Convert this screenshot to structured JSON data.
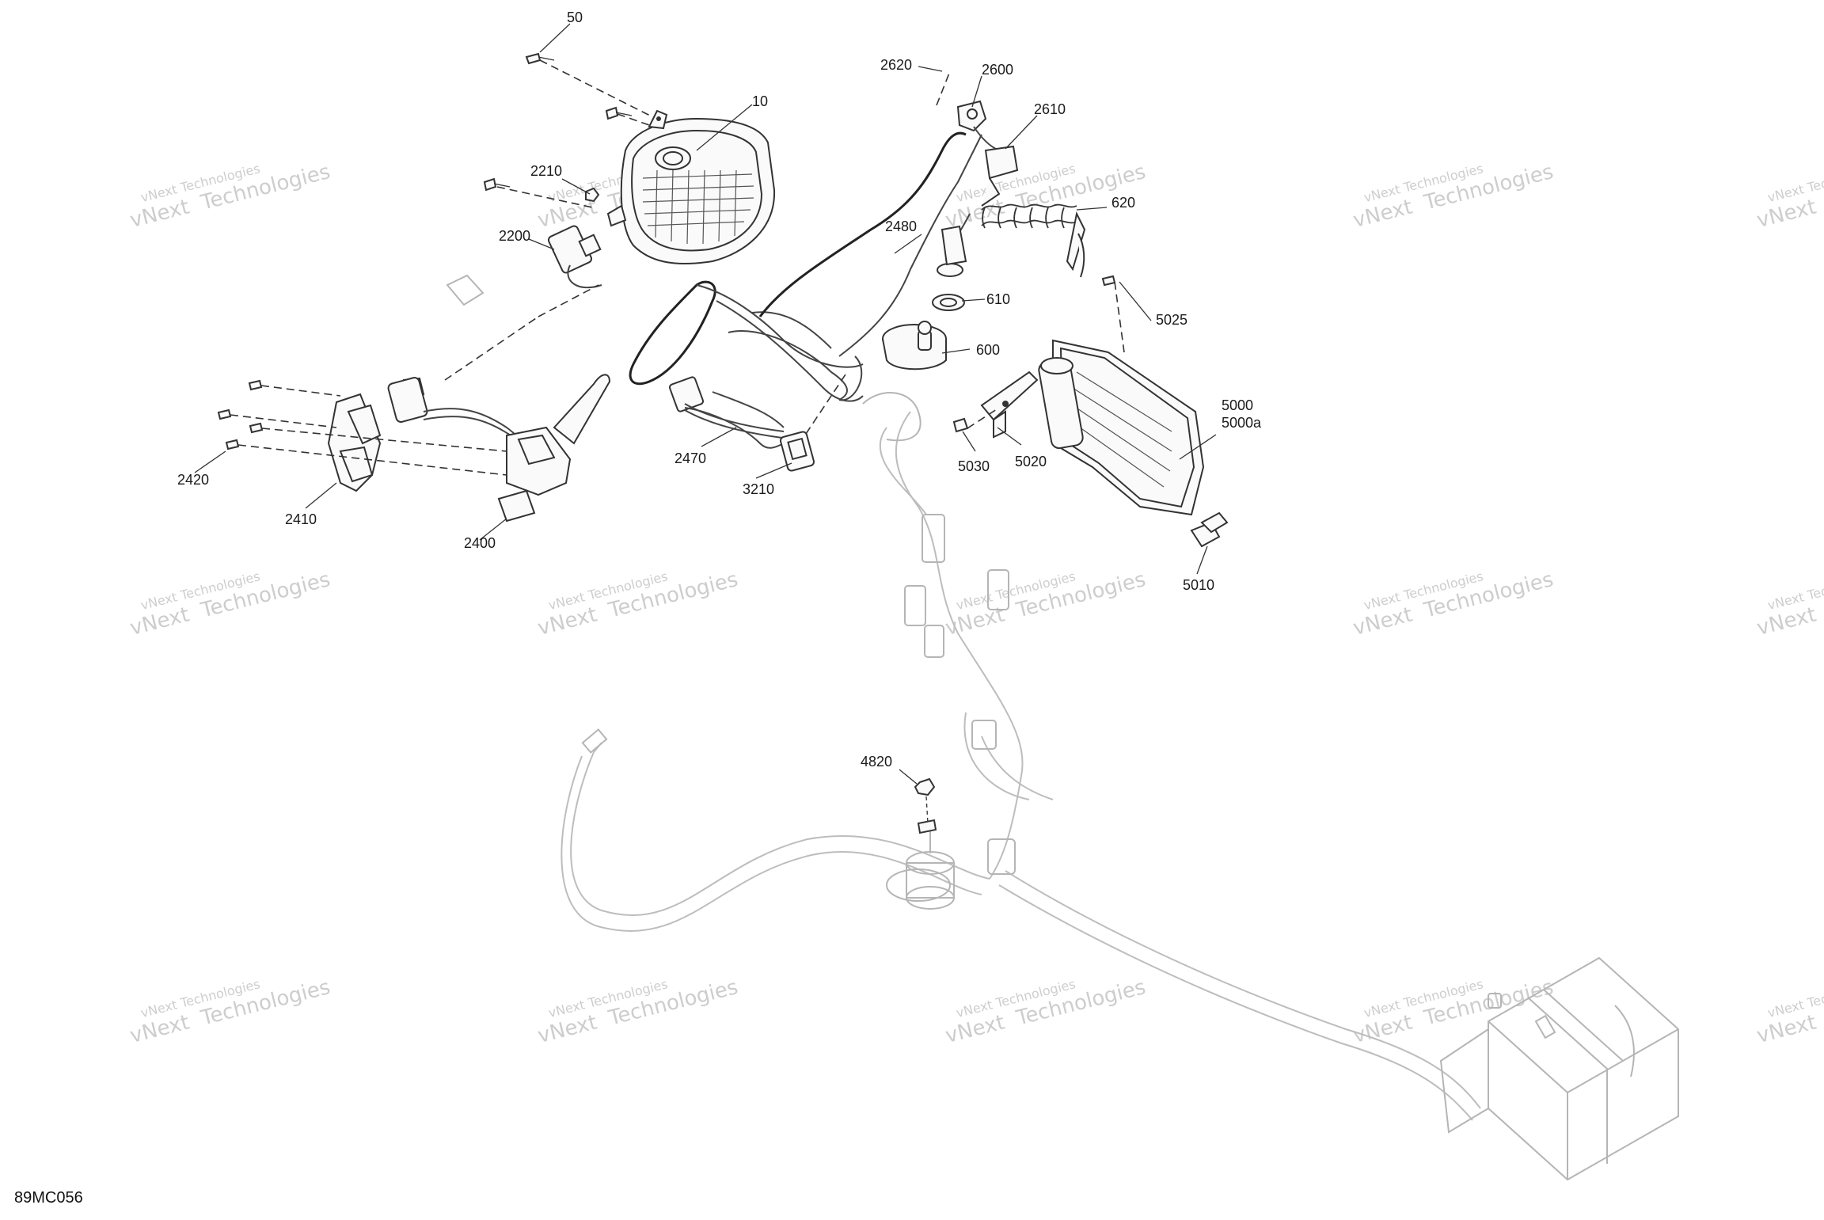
{
  "diagram_code": "89MC056",
  "callouts": [
    {
      "id": "50",
      "label": "50"
    },
    {
      "id": "10",
      "label": "10"
    },
    {
      "id": "2210",
      "label": "2210"
    },
    {
      "id": "2200",
      "label": "2200"
    },
    {
      "id": "2620",
      "label": "2620"
    },
    {
      "id": "2600",
      "label": "2600"
    },
    {
      "id": "2610",
      "label": "2610"
    },
    {
      "id": "620",
      "label": "620"
    },
    {
      "id": "2480",
      "label": "2480"
    },
    {
      "id": "610",
      "label": "610"
    },
    {
      "id": "600",
      "label": "600"
    },
    {
      "id": "5025",
      "label": "5025"
    },
    {
      "id": "5000",
      "label": "5000"
    },
    {
      "id": "5000a",
      "label": "5000a"
    },
    {
      "id": "5020",
      "label": "5020"
    },
    {
      "id": "5030",
      "label": "5030"
    },
    {
      "id": "5010",
      "label": "5010"
    },
    {
      "id": "2420",
      "label": "2420"
    },
    {
      "id": "2410",
      "label": "2410"
    },
    {
      "id": "2400",
      "label": "2400"
    },
    {
      "id": "2470",
      "label": "2470"
    },
    {
      "id": "3210",
      "label": "3210"
    },
    {
      "id": "4820",
      "label": "4820"
    }
  ],
  "watermark": {
    "line1": "vNext Technologies",
    "line2": "vNext  Technologies"
  }
}
